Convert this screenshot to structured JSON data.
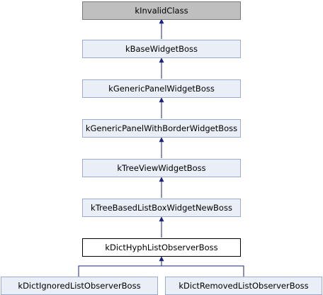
{
  "diagram": {
    "nodes": [
      {
        "id": "n0",
        "label": "kInvalidClass"
      },
      {
        "id": "n1",
        "label": "kBaseWidgetBoss"
      },
      {
        "id": "n2",
        "label": "kGenericPanelWidgetBoss"
      },
      {
        "id": "n3",
        "label": "kGenericPanelWithBorderWidgetBoss"
      },
      {
        "id": "n4",
        "label": "kTreeViewWidgetBoss"
      },
      {
        "id": "n5",
        "label": "kTreeBasedListBoxWidgetNewBoss"
      },
      {
        "id": "n6",
        "label": "kDictHyphListObserverBoss"
      },
      {
        "id": "n7",
        "label": "kDictIgnoredListObserverBoss"
      },
      {
        "id": "n8",
        "label": "kDictRemovedListObserverBoss"
      }
    ],
    "edges": [
      {
        "from": "n1",
        "to": "n0"
      },
      {
        "from": "n2",
        "to": "n1"
      },
      {
        "from": "n3",
        "to": "n2"
      },
      {
        "from": "n4",
        "to": "n3"
      },
      {
        "from": "n5",
        "to": "n4"
      },
      {
        "from": "n6",
        "to": "n5"
      },
      {
        "from": "n7",
        "to": "n6"
      },
      {
        "from": "n8",
        "to": "n6"
      }
    ],
    "colors": {
      "node_fill": "#e9eef7",
      "node_border": "#9aabcf",
      "root_fill": "#bfbfbf",
      "current_fill": "#ffffff",
      "edge": "#1a237e"
    }
  }
}
